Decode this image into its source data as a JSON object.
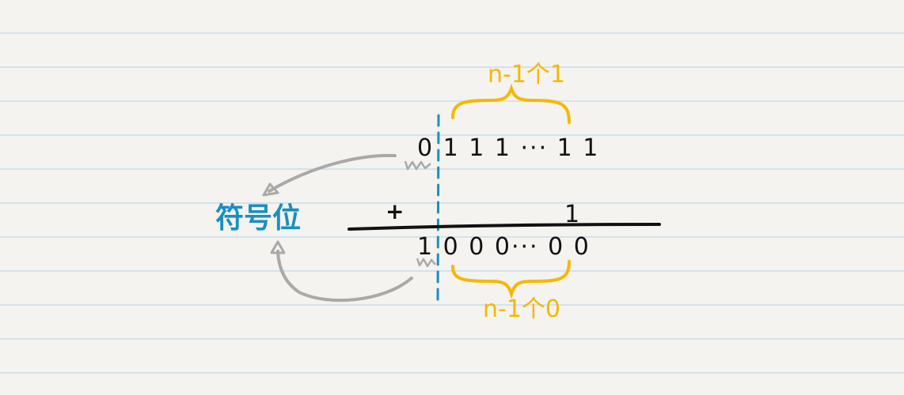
{
  "diagram": {
    "operand_top": "0 1 1 1 ··· 1 1",
    "plus_sign": "+",
    "operand_bottom": "1",
    "result": "1 0 0 0··· 0 0",
    "top_brace_label": "n-1个1",
    "bottom_brace_label": "n-1个0",
    "sign_bit_label": "符号位",
    "colors": {
      "ink": "#111111",
      "brace": "#f5b800",
      "annotation": "#1a8fc0",
      "arrow": "#a9a9a9",
      "paper": "#f4f3ef",
      "rule_line": "#d4e2ea"
    }
  }
}
